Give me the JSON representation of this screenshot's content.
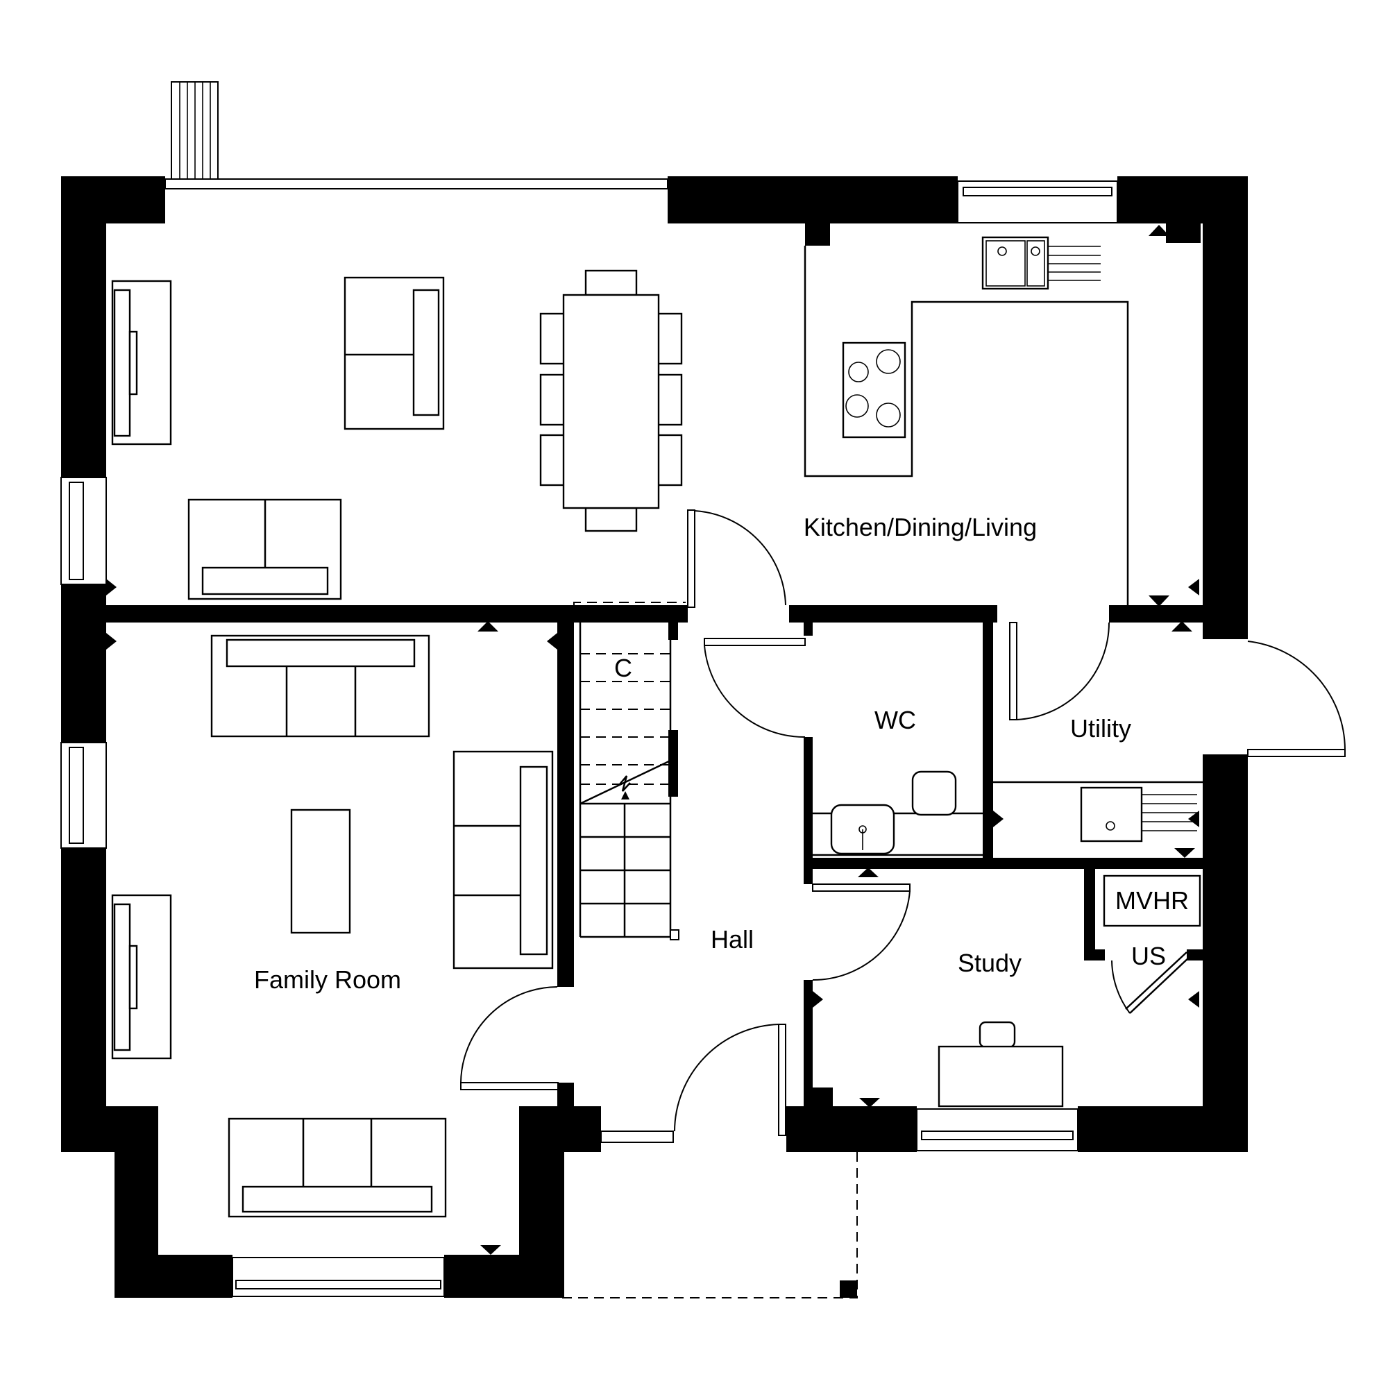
{
  "rooms": {
    "kitchen": "Kitchen/Dining/Living",
    "family": "Family Room",
    "wc": "WC",
    "utility": "Utility",
    "hall": "Hall",
    "study": "Study",
    "cupboard": "C",
    "mvhr": "MVHR",
    "us": "US"
  }
}
